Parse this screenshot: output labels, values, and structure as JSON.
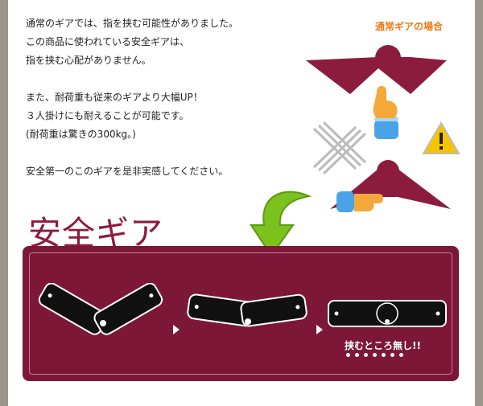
{
  "intro": {
    "lines": [
      "通常のギアでは、指を挟む可能性がありました。",
      "この商品に使われている安全ギアは、",
      "指を挟む心配がありません。",
      "また、耐荷重も従来のギアより大幅UP！",
      "３人掛けにも耐えることが可能です。",
      "(耐荷重は驚きの300kg。)",
      "安全第一のこのギアを是非実感してください。"
    ]
  },
  "normal_gear_label": "通常ギアの場合",
  "safety_title": "安全ギア",
  "panel": {
    "caption": "挟むところ無し!!",
    "dot_count": 7
  },
  "colors": {
    "accent": "#f07a14",
    "brand": "#8c1c3e",
    "panel": "#7d1738",
    "arrow": "#7cc21f"
  },
  "icons": [
    "pointing-hand-icon",
    "warning-icon",
    "x-mark-icon",
    "down-arrow-icon"
  ]
}
